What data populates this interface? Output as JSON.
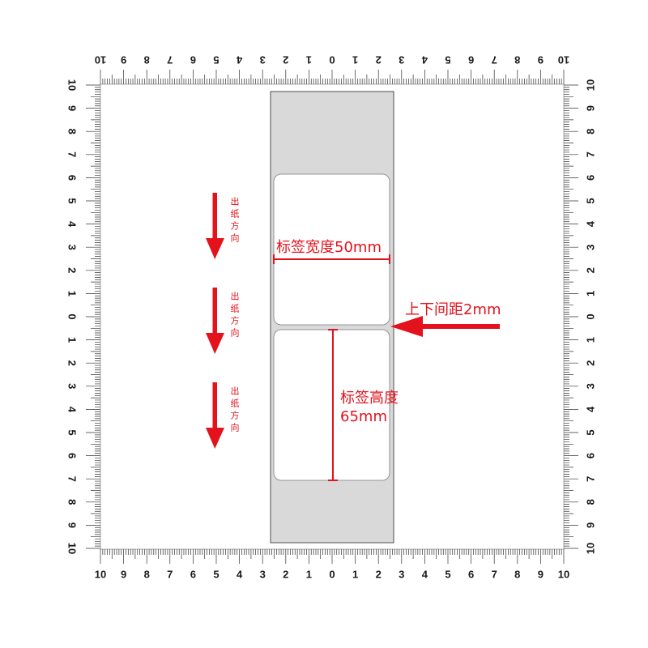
{
  "rulers": {
    "labels": [
      "10",
      "9",
      "8",
      "7",
      "6",
      "5",
      "4",
      "3",
      "2",
      "1",
      "0",
      "1",
      "2",
      "3",
      "4",
      "5",
      "6",
      "7",
      "8",
      "9",
      "10"
    ]
  },
  "annotations": {
    "label_width": "标签宽度50mm",
    "label_height_line1": "标签高度",
    "label_height_line2": "65mm",
    "gap": "上下间距2mm"
  },
  "feed_direction": [
    {
      "label": "出纸方向"
    },
    {
      "label": "出纸方向"
    },
    {
      "label": "出纸方向"
    }
  ],
  "colors": {
    "accent_red": "#e3121c",
    "liner_gray": "#d9d9d9",
    "label_white": "#ffffff"
  }
}
